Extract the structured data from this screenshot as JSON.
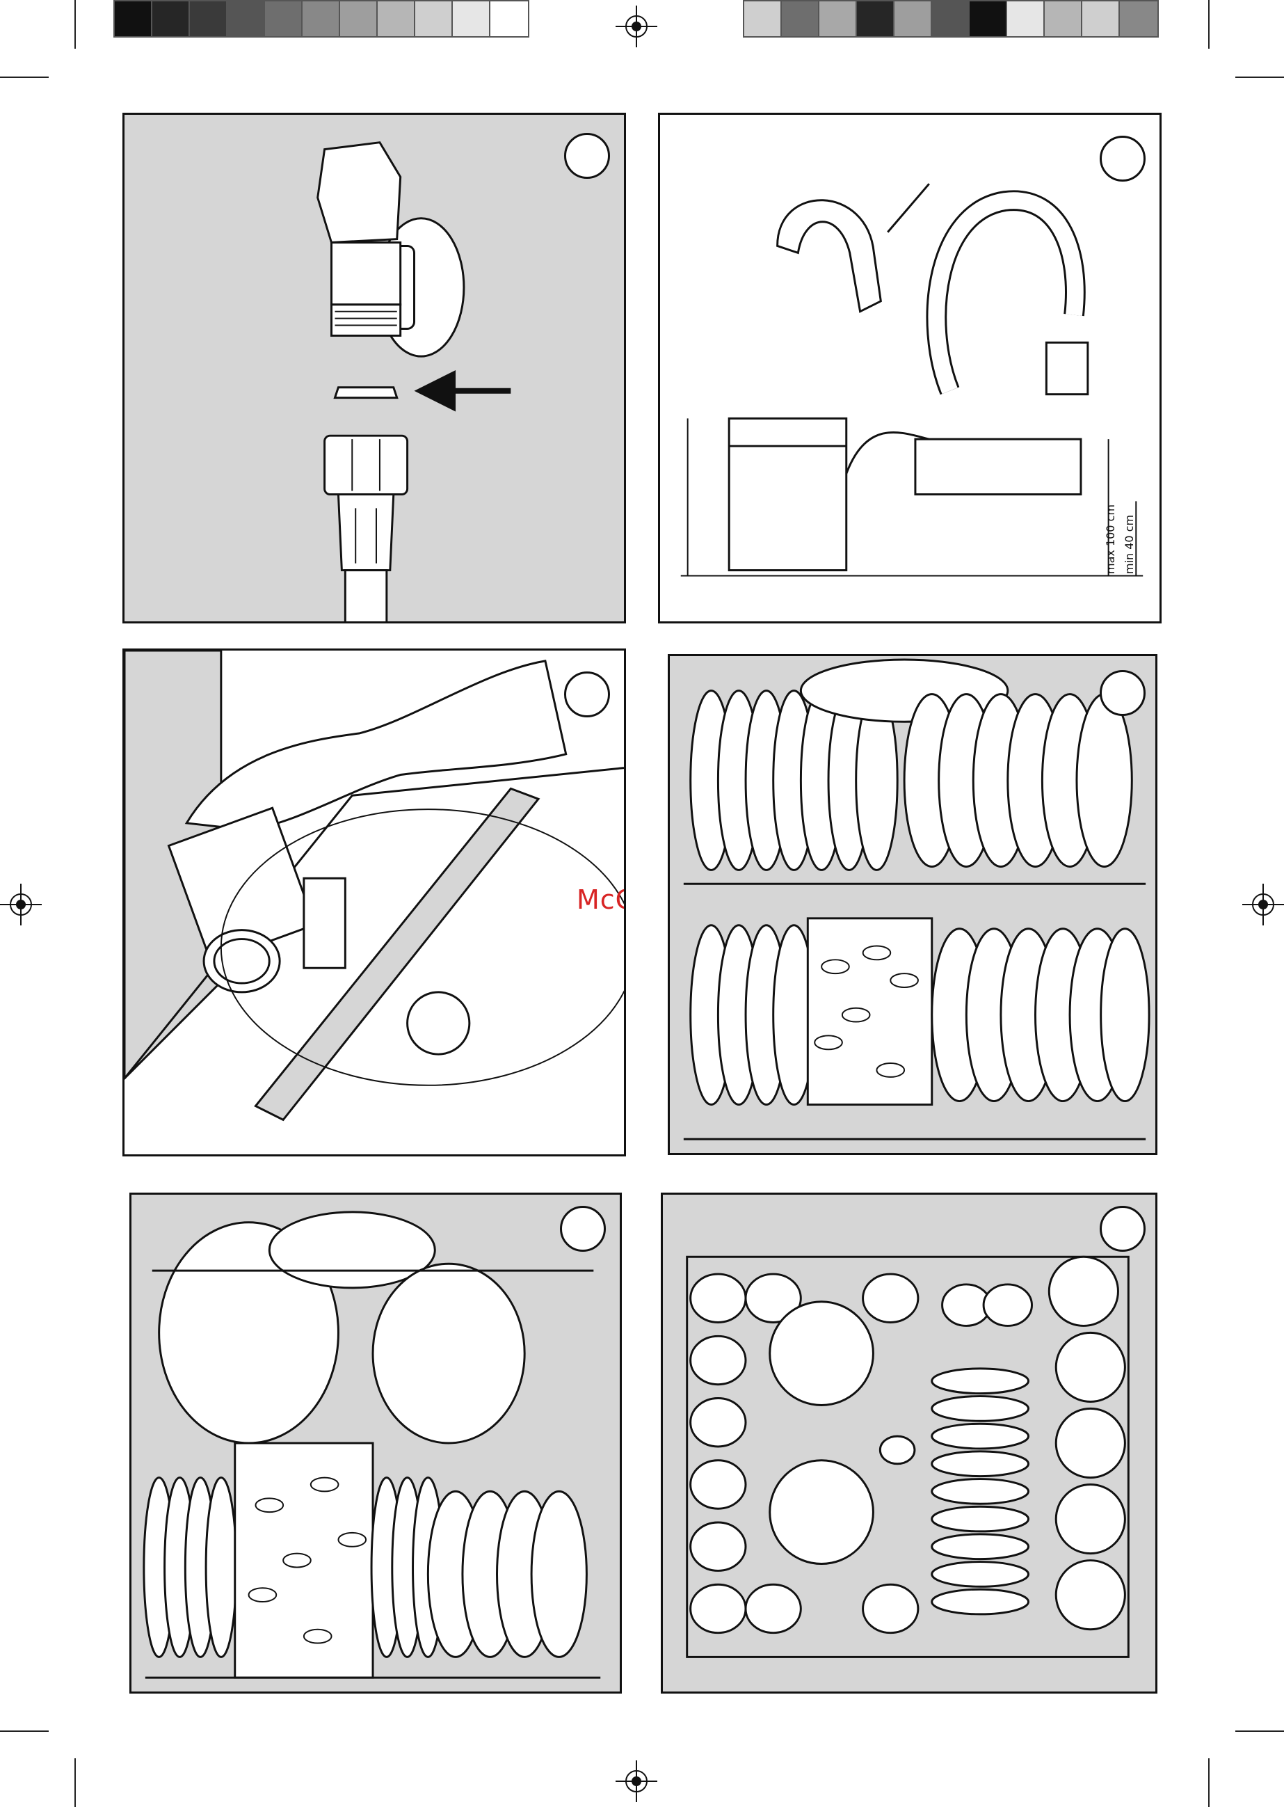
{
  "colors": {
    "panel_gray": "#d6d6d6",
    "ink": "#111111",
    "watermark": "#d82424",
    "swatches_left": [
      "#111111",
      "#262626",
      "#3a3a3a",
      "#555555",
      "#6e6e6e",
      "#888888",
      "#9e9e9e",
      "#b6b6b6",
      "#cfcfcf",
      "#e6e6e6",
      "#ffffff"
    ],
    "swatches_right": [
      "#cfcfcf",
      "#6e6e6e",
      "#a8a8a8",
      "#262626",
      "#9e9e9e",
      "#555555",
      "#111111",
      "#e6e6e6",
      "#b6b6b6",
      "#cfcfcf",
      "#888888"
    ]
  },
  "watermark": "McGrp.Ru",
  "panels": [
    {
      "id": "panel-1",
      "subject": "water-inlet-connection"
    },
    {
      "id": "panel-2",
      "subject": "drain-hose-installation",
      "measure_max": "max 100 cm",
      "measure_min": "min 40 cm"
    },
    {
      "id": "panel-3",
      "subject": "salt-loading"
    },
    {
      "id": "panel-4",
      "subject": "lower-basket-loading"
    },
    {
      "id": "panel-5",
      "subject": "lower-basket-loading-alt"
    },
    {
      "id": "panel-6",
      "subject": "upper-basket-loading"
    }
  ],
  "icons": [
    "registration-mark-icon",
    "arrow-icon",
    "faucet-icon",
    "hose-icon",
    "dishwasher-icon",
    "hand-icon",
    "plate-icon",
    "cup-icon",
    "cutlery-basket-icon"
  ]
}
